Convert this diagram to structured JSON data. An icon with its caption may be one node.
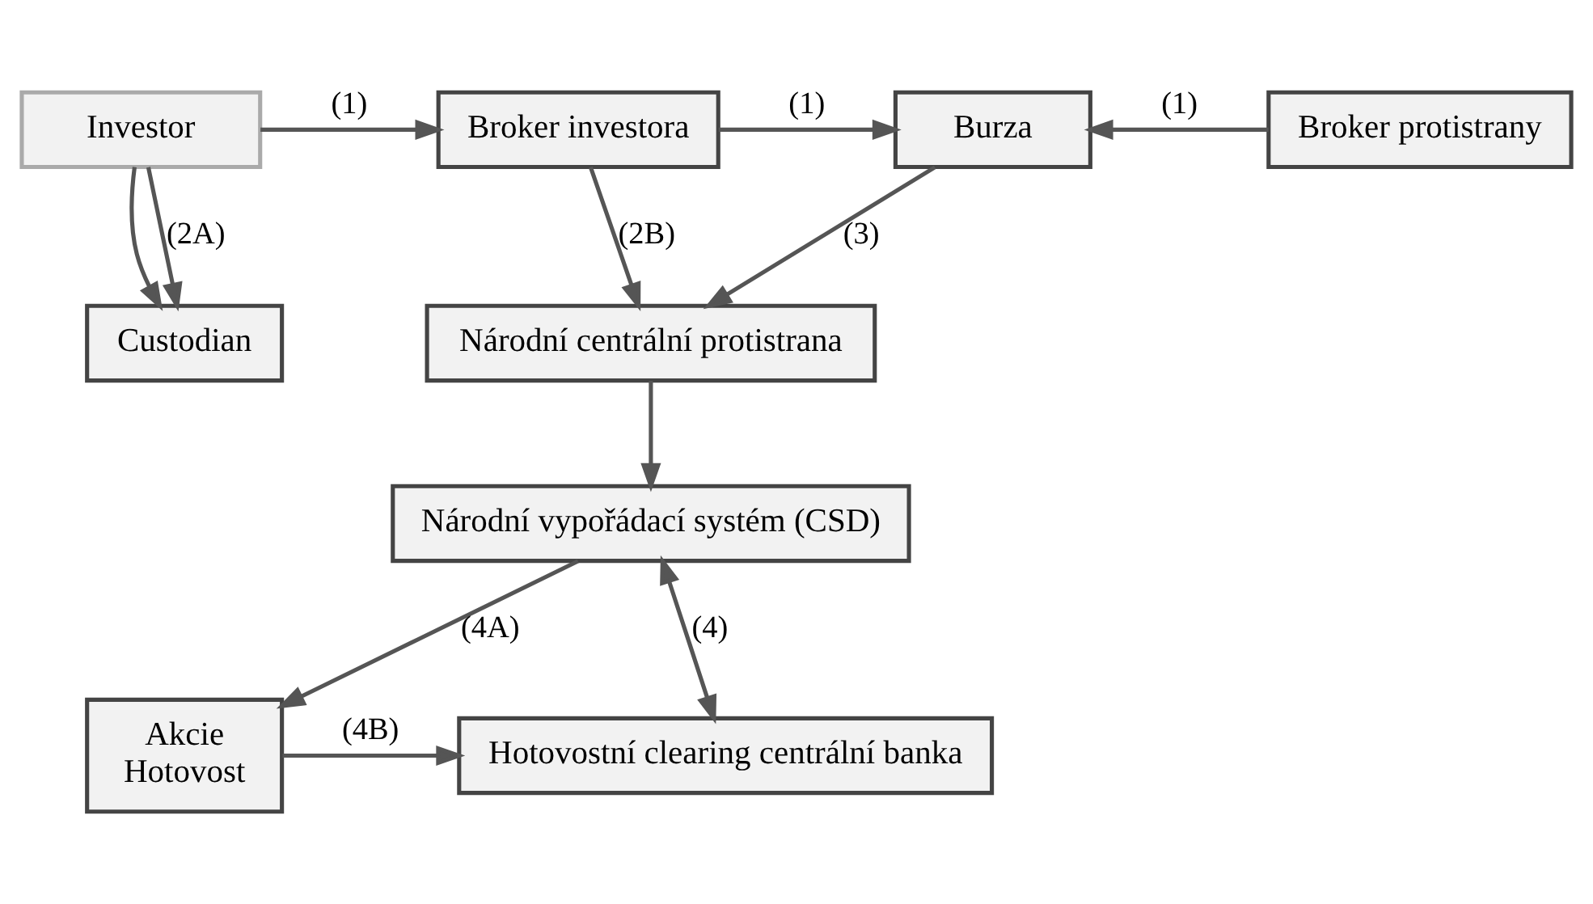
{
  "diagram": {
    "nodes": [
      {
        "text": [
          "Investor"
        ]
      },
      {
        "text": [
          "Broker investora"
        ]
      },
      {
        "text": [
          "Burza"
        ]
      },
      {
        "text": [
          "Broker protistrany"
        ]
      },
      {
        "text": [
          "Národní centrální protistrana"
        ]
      },
      {
        "text": [
          "Custodian"
        ]
      },
      {
        "text": [
          "Národní vypořádací systém (CSD)"
        ]
      },
      {
        "text": [
          "Akcie",
          "Hotovost"
        ]
      },
      {
        "text": [
          "Hotovostní clearing centrální banka"
        ]
      }
    ],
    "edges": [
      {
        "from": 0,
        "to": 1,
        "arrow": "to",
        "label": "(1)"
      },
      {
        "from": 1,
        "to": 2,
        "arrow": "to",
        "label": "(1)"
      },
      {
        "from": 3,
        "to": 2,
        "arrow": "to",
        "label": "(1)"
      },
      {
        "from": 2,
        "to": 4,
        "arrow": "to",
        "label": "(3)"
      },
      {
        "from": 1,
        "to": 4,
        "arrow": "to",
        "label": "(2B)"
      },
      {
        "from": 0,
        "to": 5,
        "arrow": "to"
      },
      {
        "from": 0,
        "to": 5,
        "arrow": "to",
        "label": "(2A)"
      },
      {
        "from": 4,
        "to": 6,
        "arrow": "to"
      },
      {
        "from": 6,
        "to": 7,
        "arrow": "to",
        "label": "(4A)"
      },
      {
        "from": 6,
        "to": 8,
        "arrow": "both",
        "label": "(4)"
      },
      {
        "from": 7,
        "to": 8,
        "arrow": "to",
        "label": "(4B)"
      }
    ]
  }
}
